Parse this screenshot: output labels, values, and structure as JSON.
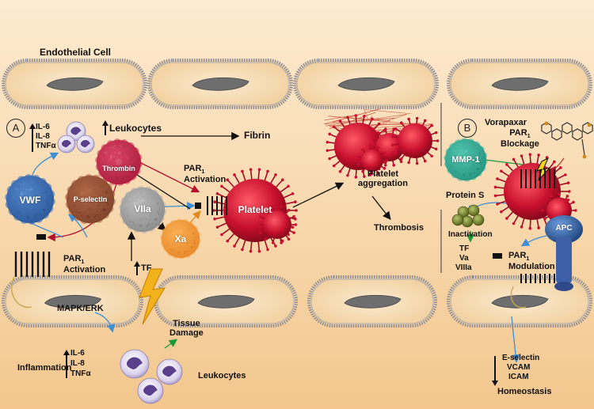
{
  "colors": {
    "bg_top": "#fbe6c8",
    "bg_bottom": "#f4cc97",
    "cell": "#f9e4c6",
    "nucleus": "#6e6e6e",
    "platelet": "#c8102e",
    "thrombin": "#b51c3a",
    "vwf": "#2c5ea8",
    "pselectin": "#8a4a2f",
    "viia": "#8f8f8f",
    "xa": "#f39a2c",
    "mmp1": "#2aa590",
    "apc": "#3f5fa8",
    "leukocyte": "#7a5ba6"
  },
  "labels": {
    "endothelial_cell": "Endothelial Cell",
    "panel_a": "A",
    "panel_b": "B",
    "leukocytes_top": "Leukocytes",
    "fibrin": "Fibrin",
    "thrombin": "Thrombin",
    "vwf": "VWF",
    "p_selectin": "P-selectin",
    "par1_activation_a": "PAR",
    "par1_activation_a_sub": "1",
    "activation_word": "Activation",
    "viia": "VIIa",
    "xa": "Xa",
    "platelet": "Platelet",
    "platelet_aggregation_1": "Platelet",
    "platelet_aggregation_2": "aggregation",
    "thrombosis": "Thrombosis",
    "tf_up": "TF",
    "mapk_erk": "MAPK/ERK",
    "tissue_damage_1": "Tissue",
    "tissue_damage_2": "Damage",
    "inflammation": "Inflammation",
    "leukocytes_bottom": "Leukocytes",
    "vorapaxar": "Vorapaxar",
    "par1_blockage_par": "PAR",
    "par1_blockage_sub": "1",
    "blockage_word": "Blockage",
    "mmp1": "MMP-1",
    "protein_s": "Protein S",
    "inactivation": "Inactivation",
    "tf": "TF",
    "va": "Va",
    "viiia": "VIIIa",
    "apc": "APC",
    "par1_modulation_par": "PAR",
    "par1_modulation_sub": "1",
    "modulation_word": "Modulation",
    "e_selectin": "E-selectin",
    "vcam": "VCAM",
    "icam": "ICAM",
    "homeostasis": "Homeostasis"
  },
  "cytokines_top": [
    "IL-6",
    "IL-8",
    "TNFα"
  ],
  "cytokines_bottom": [
    "IL-6",
    "IL-8",
    "TNFα"
  ]
}
